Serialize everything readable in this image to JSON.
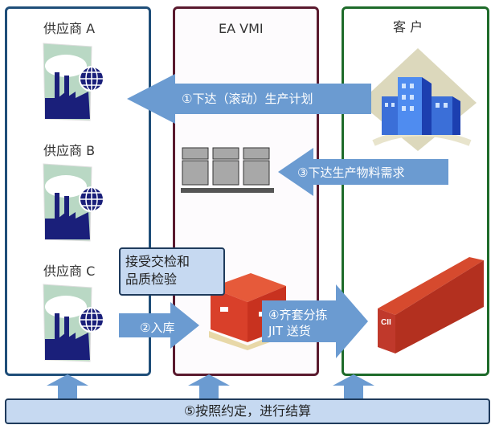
{
  "columns": {
    "supplier": {
      "suppliers": [
        "供应商 A",
        "供应商 B",
        "供应商 C"
      ]
    },
    "vmi": {
      "title": "EA VMI"
    },
    "customer": {
      "title": "客 户"
    }
  },
  "arrows": {
    "a1": "①下达（滚动）生产计划",
    "a2": "②入库",
    "a3": "③下达生产物料需求",
    "a4_line1": "④齐套分拣",
    "a4_line2": "JIT 送货"
  },
  "inspection": {
    "line1": "接受交检和",
    "line2": "品质检验"
  },
  "settlement": "⑤按照约定，进行结算",
  "colors": {
    "supplier_border": "#1f4e79",
    "vmi_border": "#5a1a2e",
    "customer_border": "#1e6b2a",
    "arrow": "#6b9bd1",
    "settlement_fill": "#c6d9f1"
  }
}
